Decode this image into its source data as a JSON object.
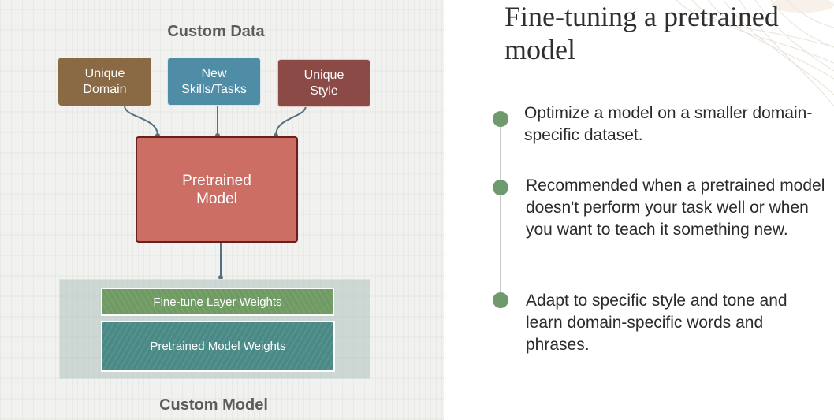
{
  "diagram": {
    "custom_data_title": "Custom Data",
    "data_sources": [
      {
        "label": "Unique\nDomain",
        "color": "#8a6a45"
      },
      {
        "label": "New\nSkills/Tasks",
        "color": "#4f8da6"
      },
      {
        "label": "Unique\nStyle",
        "color": "#8b4a46"
      }
    ],
    "pretrained_model_label": "Pretrained\nModel",
    "pretrained_model_color": "#cd6e64",
    "finetune_layer_label": "Fine-tune Layer Weights",
    "finetune_layer_color": "#6f9a62",
    "pretrained_weights_label": "Pretrained Model Weights",
    "pretrained_weights_color": "#4a8a86",
    "custom_model_title": "Custom Model",
    "connector_color": "#55707f"
  },
  "slide": {
    "title": "Fine-tuning a pretrained model",
    "bullets": [
      {
        "text": "Optimize a model on a smaller domain-specific dataset."
      },
      {
        "text": "Recommended when a pretrained model doesn't perform your task well or when you want to teach it something new."
      },
      {
        "text": "Adapt to specific style and tone and learn domain-specific words and phrases."
      }
    ],
    "bullet_color": "#6e9a6e"
  }
}
